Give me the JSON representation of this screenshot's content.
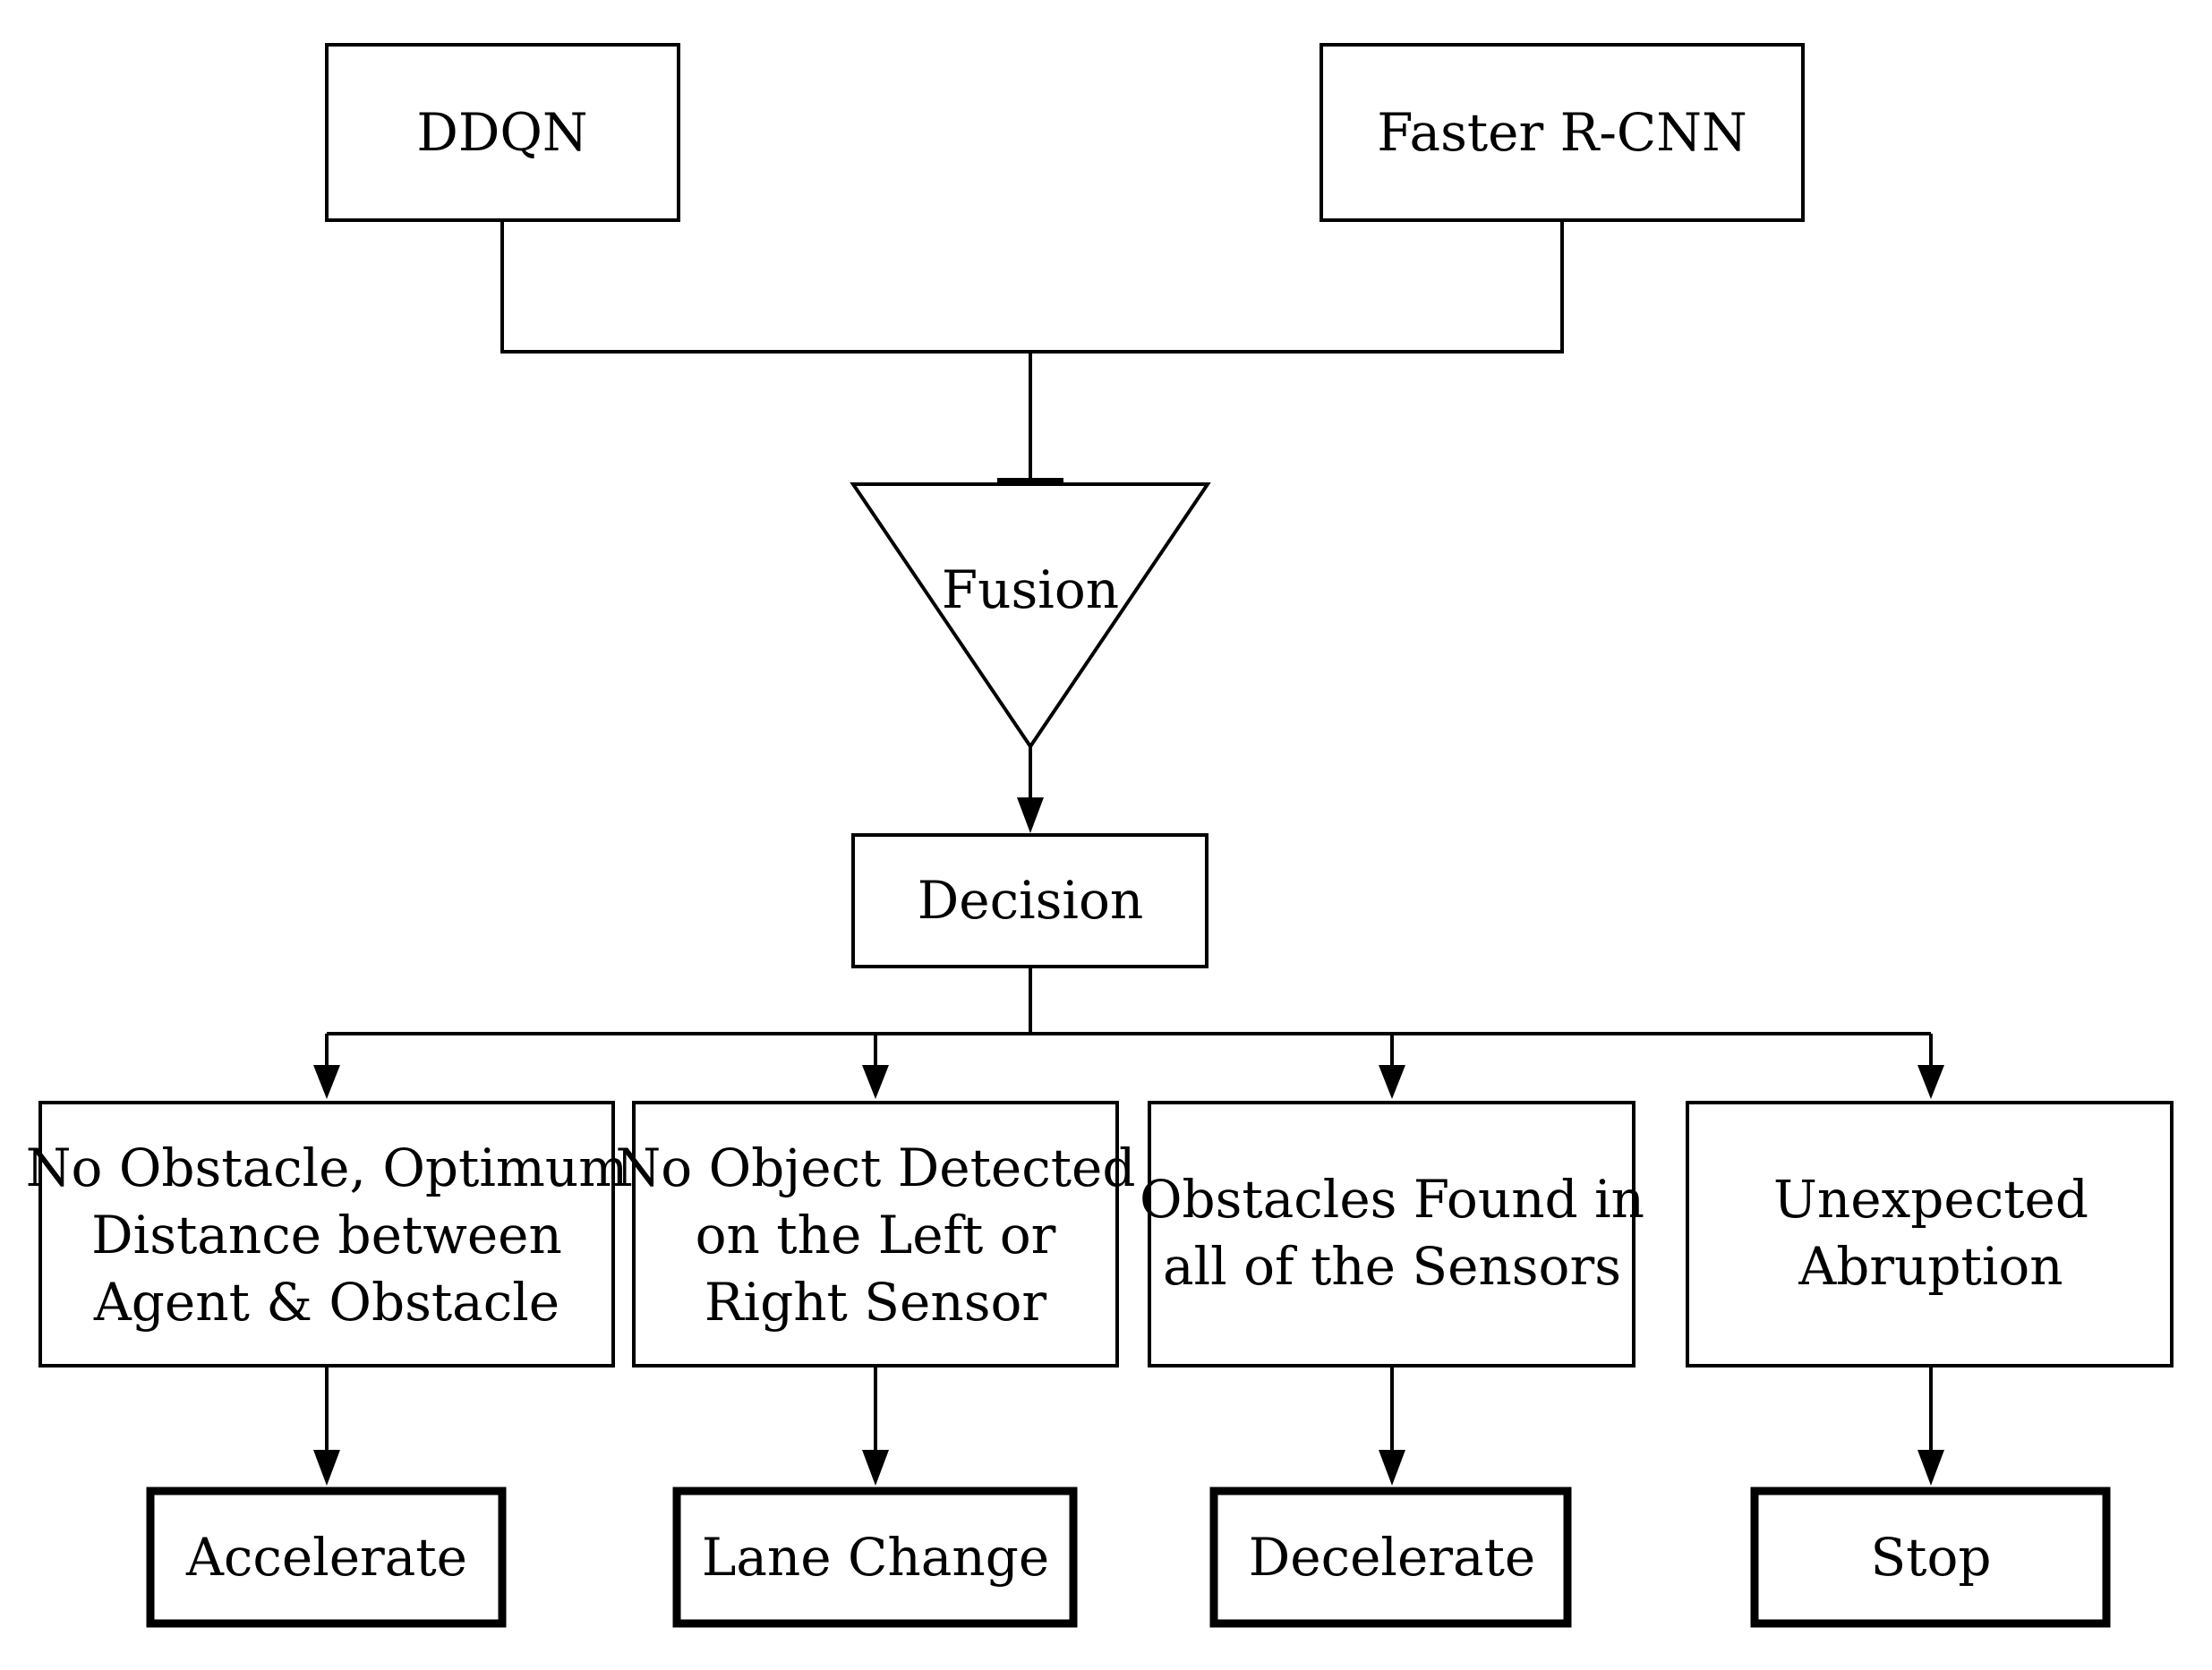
{
  "diagram": {
    "inputs": {
      "ddqn": "DDQN",
      "faster_rcnn": "Faster R-CNN"
    },
    "fusion": "Fusion",
    "decision": "Decision",
    "conditions": [
      [
        "No Obstacle, Optimum",
        "Distance between",
        "Agent & Obstacle"
      ],
      [
        "No Object Detected",
        "on the Left or",
        "Right Sensor"
      ],
      [
        "Obstacles Found in",
        "all of the Sensors"
      ],
      [
        "Unexpected",
        "Abruption"
      ]
    ],
    "actions": [
      "Accelerate",
      "Lane Change",
      "Decelerate",
      "Stop"
    ]
  }
}
